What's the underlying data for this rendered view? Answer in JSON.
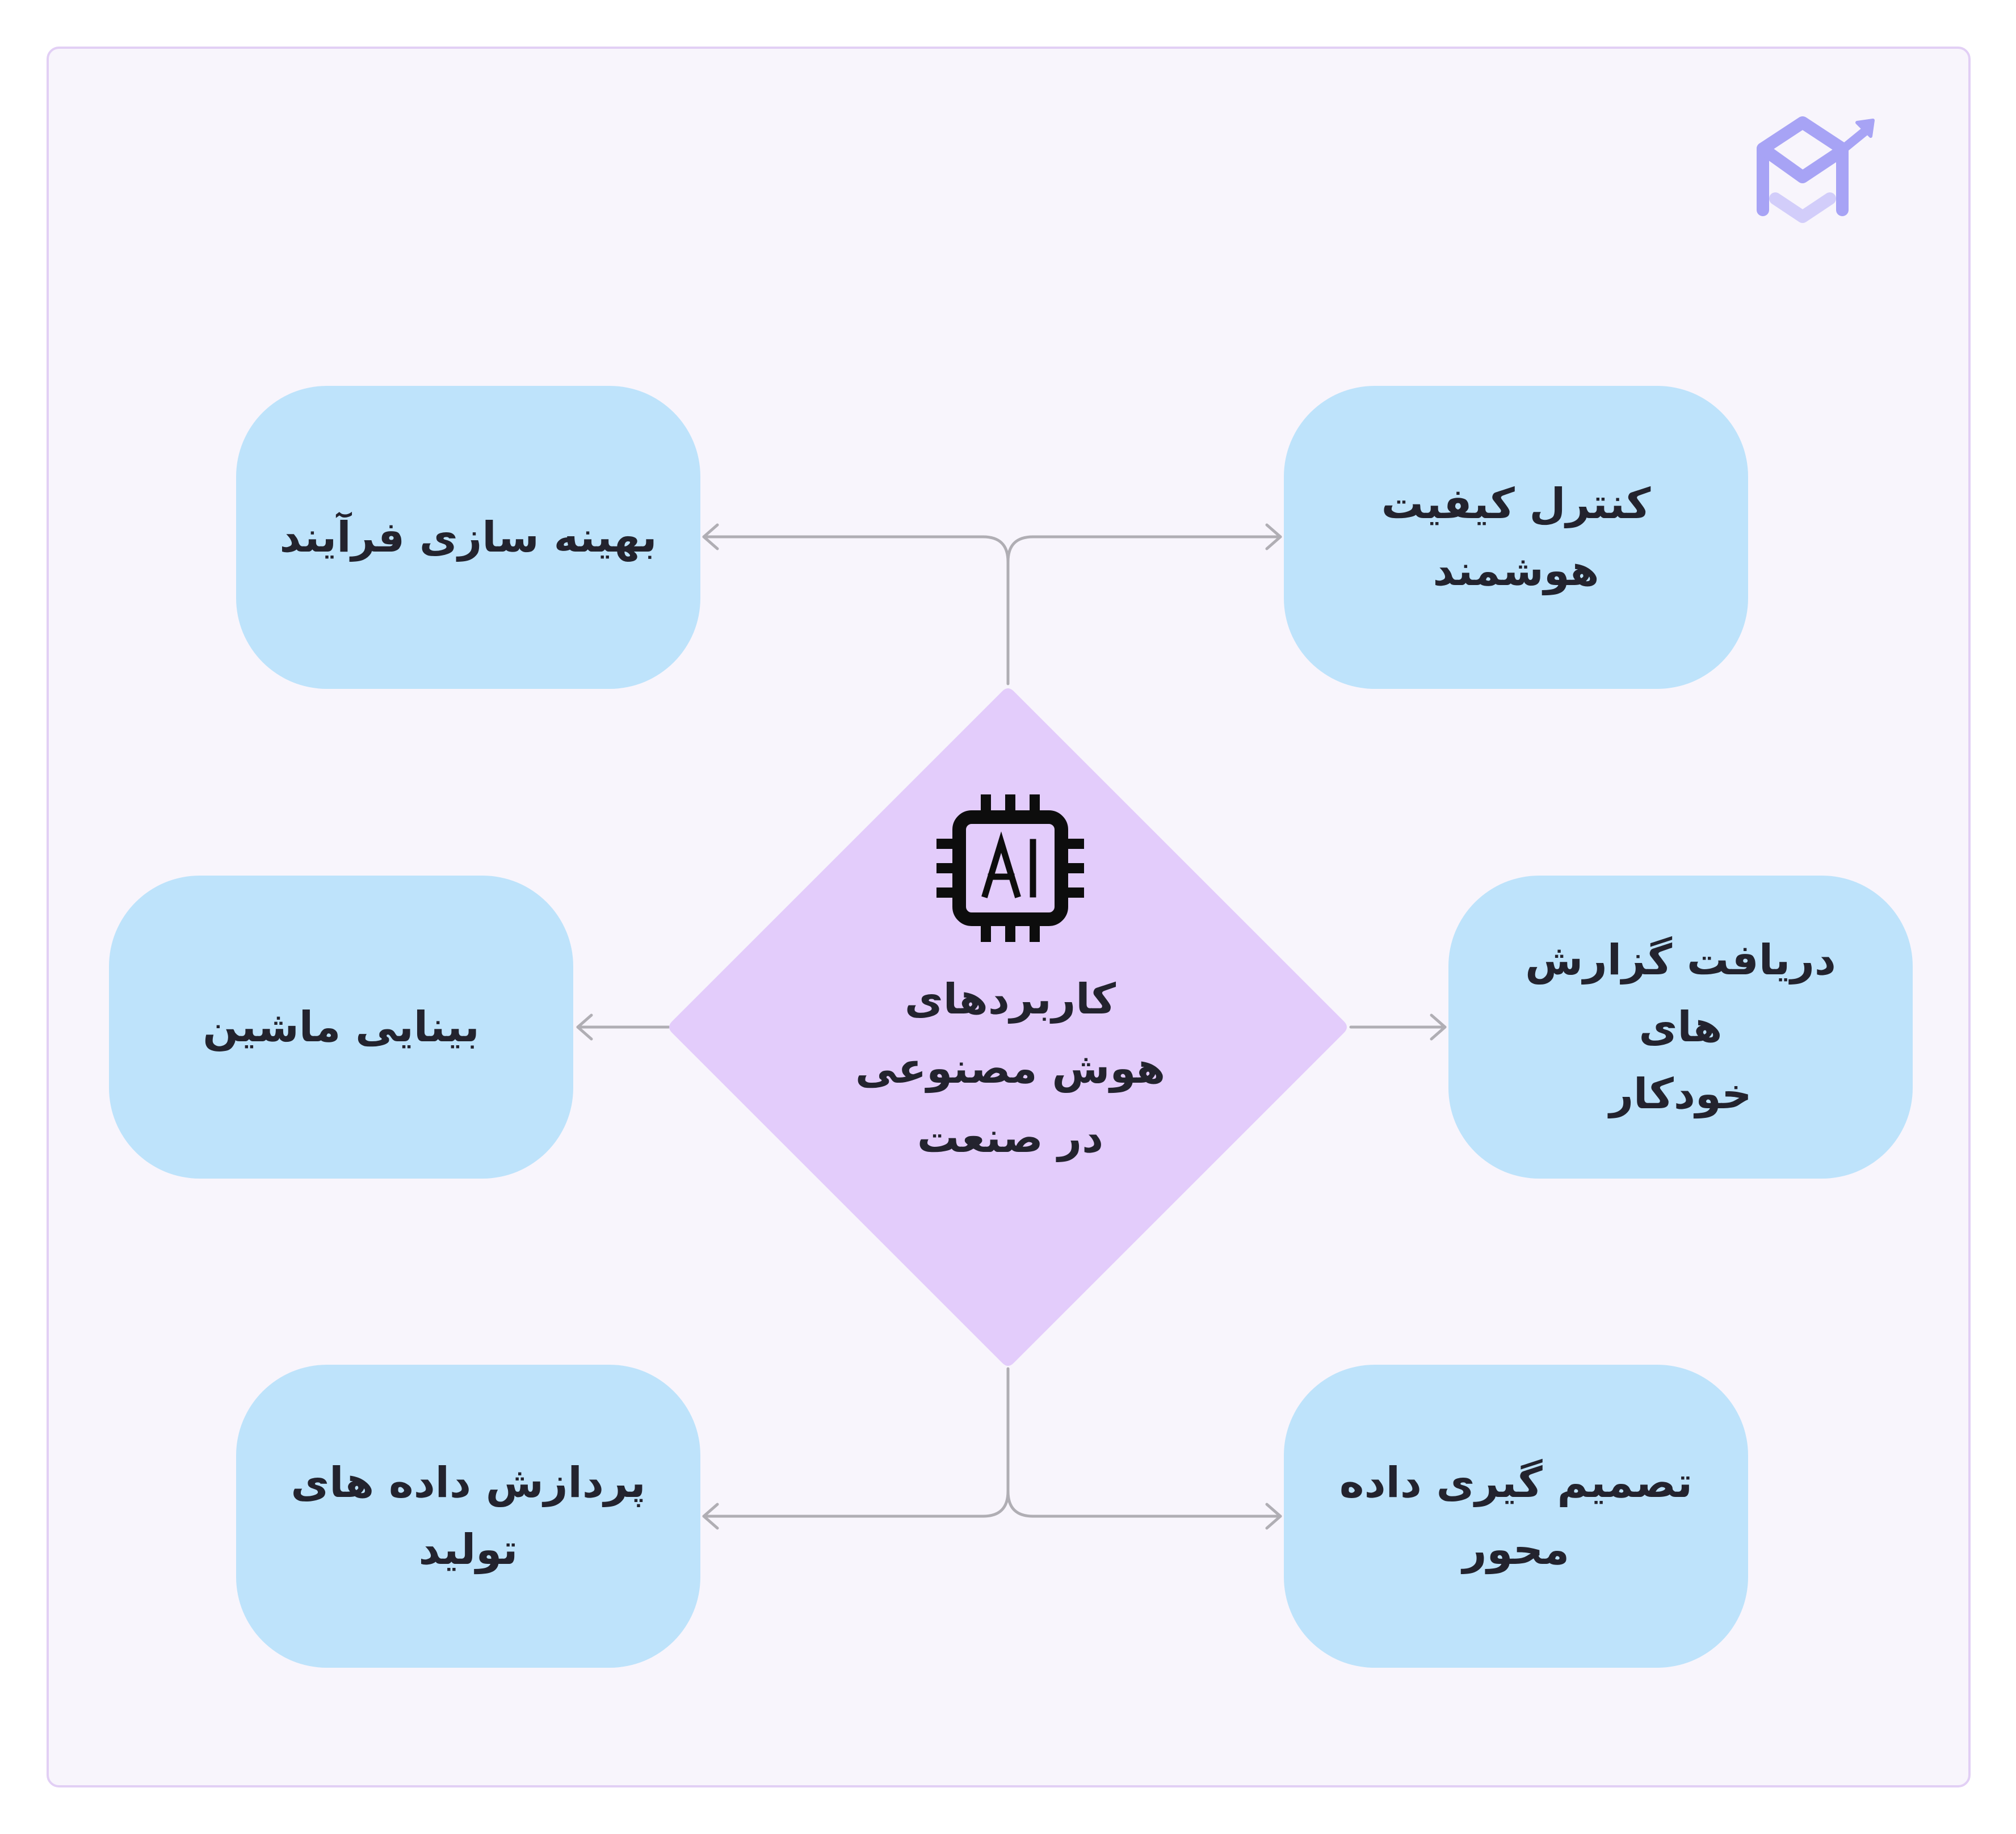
{
  "diagram": {
    "center": {
      "label": "کاربردهای\nهوش مصنوعی\nدر صنعت",
      "icon": "ai-chip-icon"
    },
    "nodes": {
      "top_left": "بهینه سازی فرآیند",
      "top_right": "کنترل کیفیت\nهوشمند",
      "mid_left": "بینایی ماشین",
      "mid_right": "دریافت گزارش های\nخودکار",
      "bottom_left": "پردازش داده های\nتولید",
      "bottom_right": "تصمیم گیری داده\nمحور"
    },
    "colors": {
      "node_fill": "#bee3fb",
      "center_fill": "#e3ccfb",
      "connector": "#b0aeb4",
      "background": "#f8f5fc",
      "frame_border": "#e2cff5",
      "text": "#23232e",
      "logo": "#a7a3f5"
    }
  }
}
